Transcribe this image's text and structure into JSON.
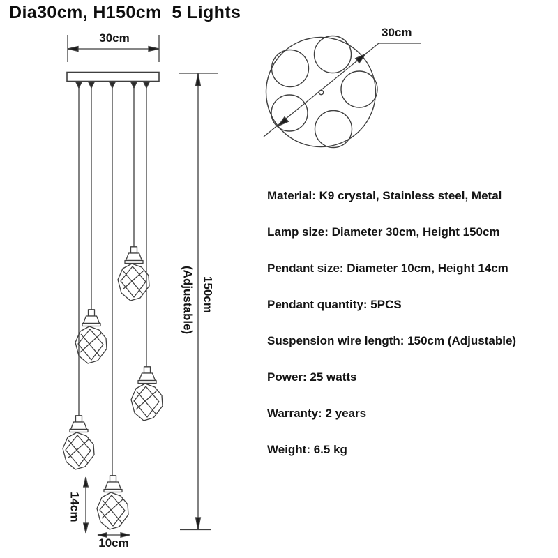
{
  "title": "Dia30cm, H150cm  5 Lights",
  "front_view": {
    "width_dim": "30cm",
    "height_dim": "150cm",
    "height_dim_note": "(Adjustable)",
    "pendant_height_dim": "14cm",
    "pendant_diameter_dim": "10cm"
  },
  "top_view": {
    "diameter_dim": "30cm"
  },
  "specs": [
    {
      "text": "Material: K9 crystal, Stainless steel, Metal"
    },
    {
      "text": "Lamp size: Diameter 30cm, Height 150cm"
    },
    {
      "text": "Pendant size: Diameter 10cm, Height 14cm"
    },
    {
      "text": "Pendant quantity: 5PCS"
    },
    {
      "text": "Suspension wire length: 150cm (Adjustable)"
    },
    {
      "text": "Power: 25 watts"
    },
    {
      "text": "Warranty: 2 years"
    },
    {
      "text": "Weight: 6.5 kg"
    }
  ],
  "colors": {
    "line": "#3f3f3f",
    "arrow": "#1c1c1c",
    "text": "#141414",
    "background": "#ffffff"
  }
}
